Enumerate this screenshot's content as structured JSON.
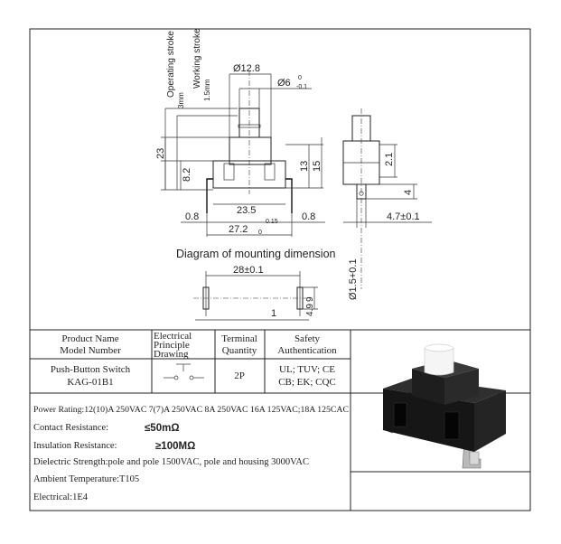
{
  "drawing": {
    "operating_stroke": "Operating stroke",
    "operating_stroke_value": "3mm",
    "working_stroke": "Working stroke",
    "working_stroke_value": "1.5mm",
    "dim_d12_8": "Ø12.8",
    "dim_d6": "Ø6",
    "dim_d6_tol_upper": "0",
    "dim_d6_tol_lower": "-0.1",
    "dim_23": "23",
    "dim_8_2": "8.2",
    "dim_13": "13",
    "dim_15": "15",
    "dim_23_5": "23.5",
    "dim_0_8_left": "0.8",
    "dim_0_8_right": "0.8",
    "dim_27_2": "27.2",
    "dim_27_2_tol_upper": "0.15",
    "dim_27_2_tol_lower": "0",
    "dim_2_1": "2.1",
    "dim_4": "4",
    "dim_4_7": "4.7±0.1",
    "mounting_title": "Diagram of mounting dimension",
    "dim_28": "28±0.1",
    "dim_1_5": "Ø1.5+0.1",
    "dim_9": "9",
    "dim_4_9": "4.9",
    "dim_1": "1"
  },
  "table": {
    "header_product": "Product Name",
    "header_model": "Model Number",
    "header_elec_1": "Electrical",
    "header_elec_2": "Principle",
    "header_elec_3": "Drawing",
    "header_terminal_1": "Terminal",
    "header_terminal_2": "Quantity",
    "header_safety_1": "Safety",
    "header_safety_2": "Authentication",
    "product_name": "Push-Button Switch",
    "model_number": "KAG-01B1",
    "terminal_quantity": "2P",
    "safety_line1": "UL; TUV; CE",
    "safety_line2": "CB; EK; CQC"
  },
  "specs": {
    "power_rating": "Power Rating:12(10)A 250VAC  7(7)A 250VAC 8A 250VAC  16A 125VAC;18A 125CAC",
    "contact_label": "Contact Resistance:",
    "contact_value": "≤50mΩ",
    "insulation_label": "Insulation Resistance:",
    "insulation_value": "≥100MΩ",
    "dielectric": "Dielectric Strength:pole and pole 1500VAC, pole and housing 3000VAC",
    "ambient": "Ambient Temperature:T105",
    "electrical": "Electrical:1E4"
  }
}
